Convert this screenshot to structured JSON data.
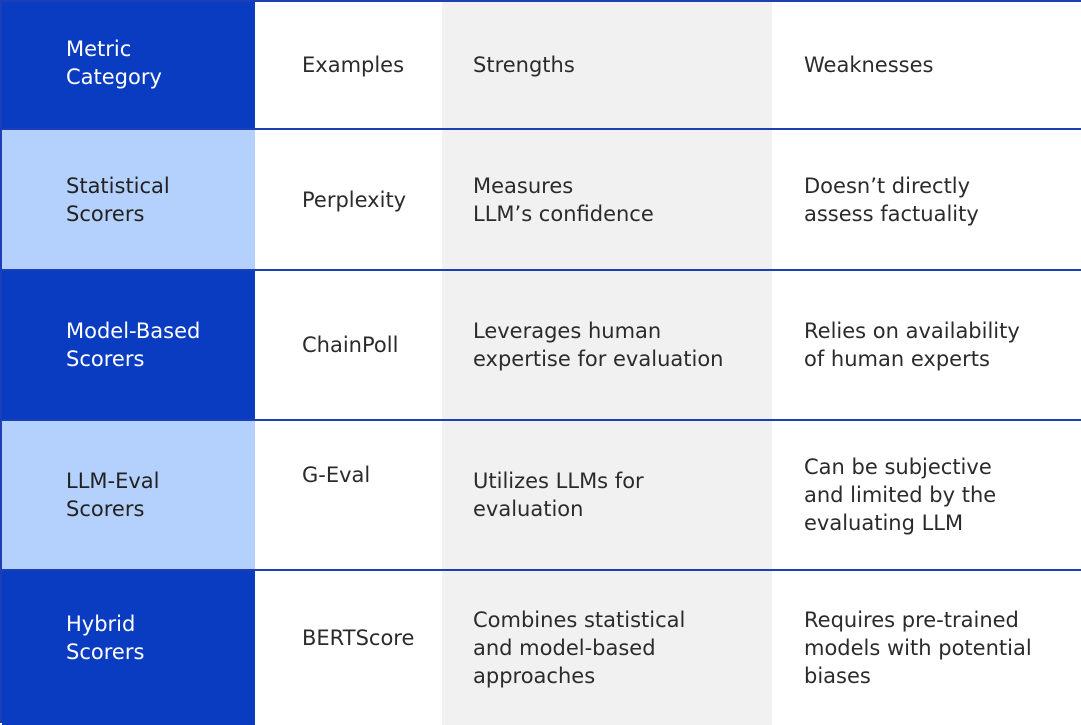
{
  "chart_data": {
    "type": "table",
    "columns": [
      "Metric\nCategory",
      "Examples",
      "Strengths",
      "Weaknesses"
    ],
    "rows": [
      {
        "category": "Statistical\nScorers",
        "example": "Perplexity",
        "strengths": "Measures\nLLM’s confidence",
        "weaknesses": "Doesn’t directly\nassess factuality"
      },
      {
        "category": "Model-Based\nScorers",
        "example": "ChainPoll",
        "strengths": "Leverages human\nexpertise for evaluation",
        "weaknesses": "Relies on availability\nof human experts"
      },
      {
        "category": "LLM-Eval\nScorers",
        "example": "G-Eval",
        "strengths": "Utilizes LLMs for\nevaluation",
        "weaknesses": "Can be subjective\nand limited by the\nevaluating LLM"
      },
      {
        "category": "Hybrid\nScorers",
        "example": "BERTScore",
        "strengths": "Combines statistical\nand model-based\napproaches",
        "weaknesses": "Requires pre-trained\nmodels with potential\nbiases"
      }
    ]
  },
  "colors": {
    "dark_blue": "#0a3cc2",
    "light_blue": "#b4d1fd",
    "gray_column": "#f0f1f0",
    "border": "#1a3fb8"
  }
}
